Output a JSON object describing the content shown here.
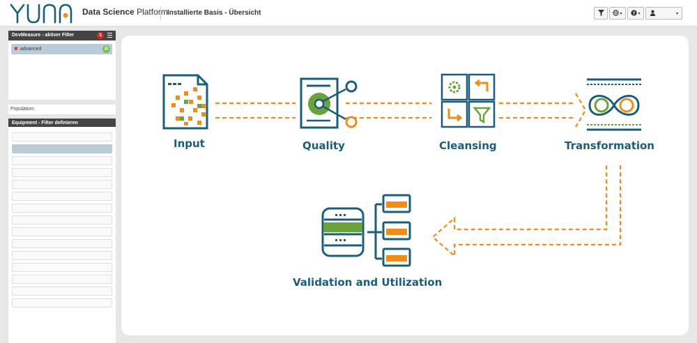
{
  "header": {
    "logo_text": "YUNA",
    "brand_bold": "Data Science",
    "brand_light": "Platform",
    "page_title": "Installierte Basis - Übersicht",
    "buttons": [
      {
        "name": "filter",
        "icon": "filter-icon"
      },
      {
        "name": "language",
        "icon": "globe-icon"
      },
      {
        "name": "help",
        "icon": "help-icon"
      },
      {
        "name": "user",
        "icon": "user-icon"
      }
    ]
  },
  "sidebar": {
    "active_filter_title": "DevMeasure - aktiver Filter",
    "active_filter_count": "1",
    "filters": [
      {
        "label": "advanced"
      }
    ],
    "population_label": "Population:",
    "equipment_title": "Equipment - Filter definieren"
  },
  "diagram": {
    "steps": [
      {
        "label": "Input"
      },
      {
        "label": "Quality"
      },
      {
        "label": "Cleansing"
      },
      {
        "label": "Transformation"
      },
      {
        "label": "Validation and Utilization"
      }
    ]
  },
  "colors": {
    "teal": "#1b5d78",
    "orange": "#ee8c1c",
    "green": "#6aa33b",
    "header_dark": "#444444",
    "badge_red": "#d62b2b",
    "selected": "#b9ccd9"
  }
}
